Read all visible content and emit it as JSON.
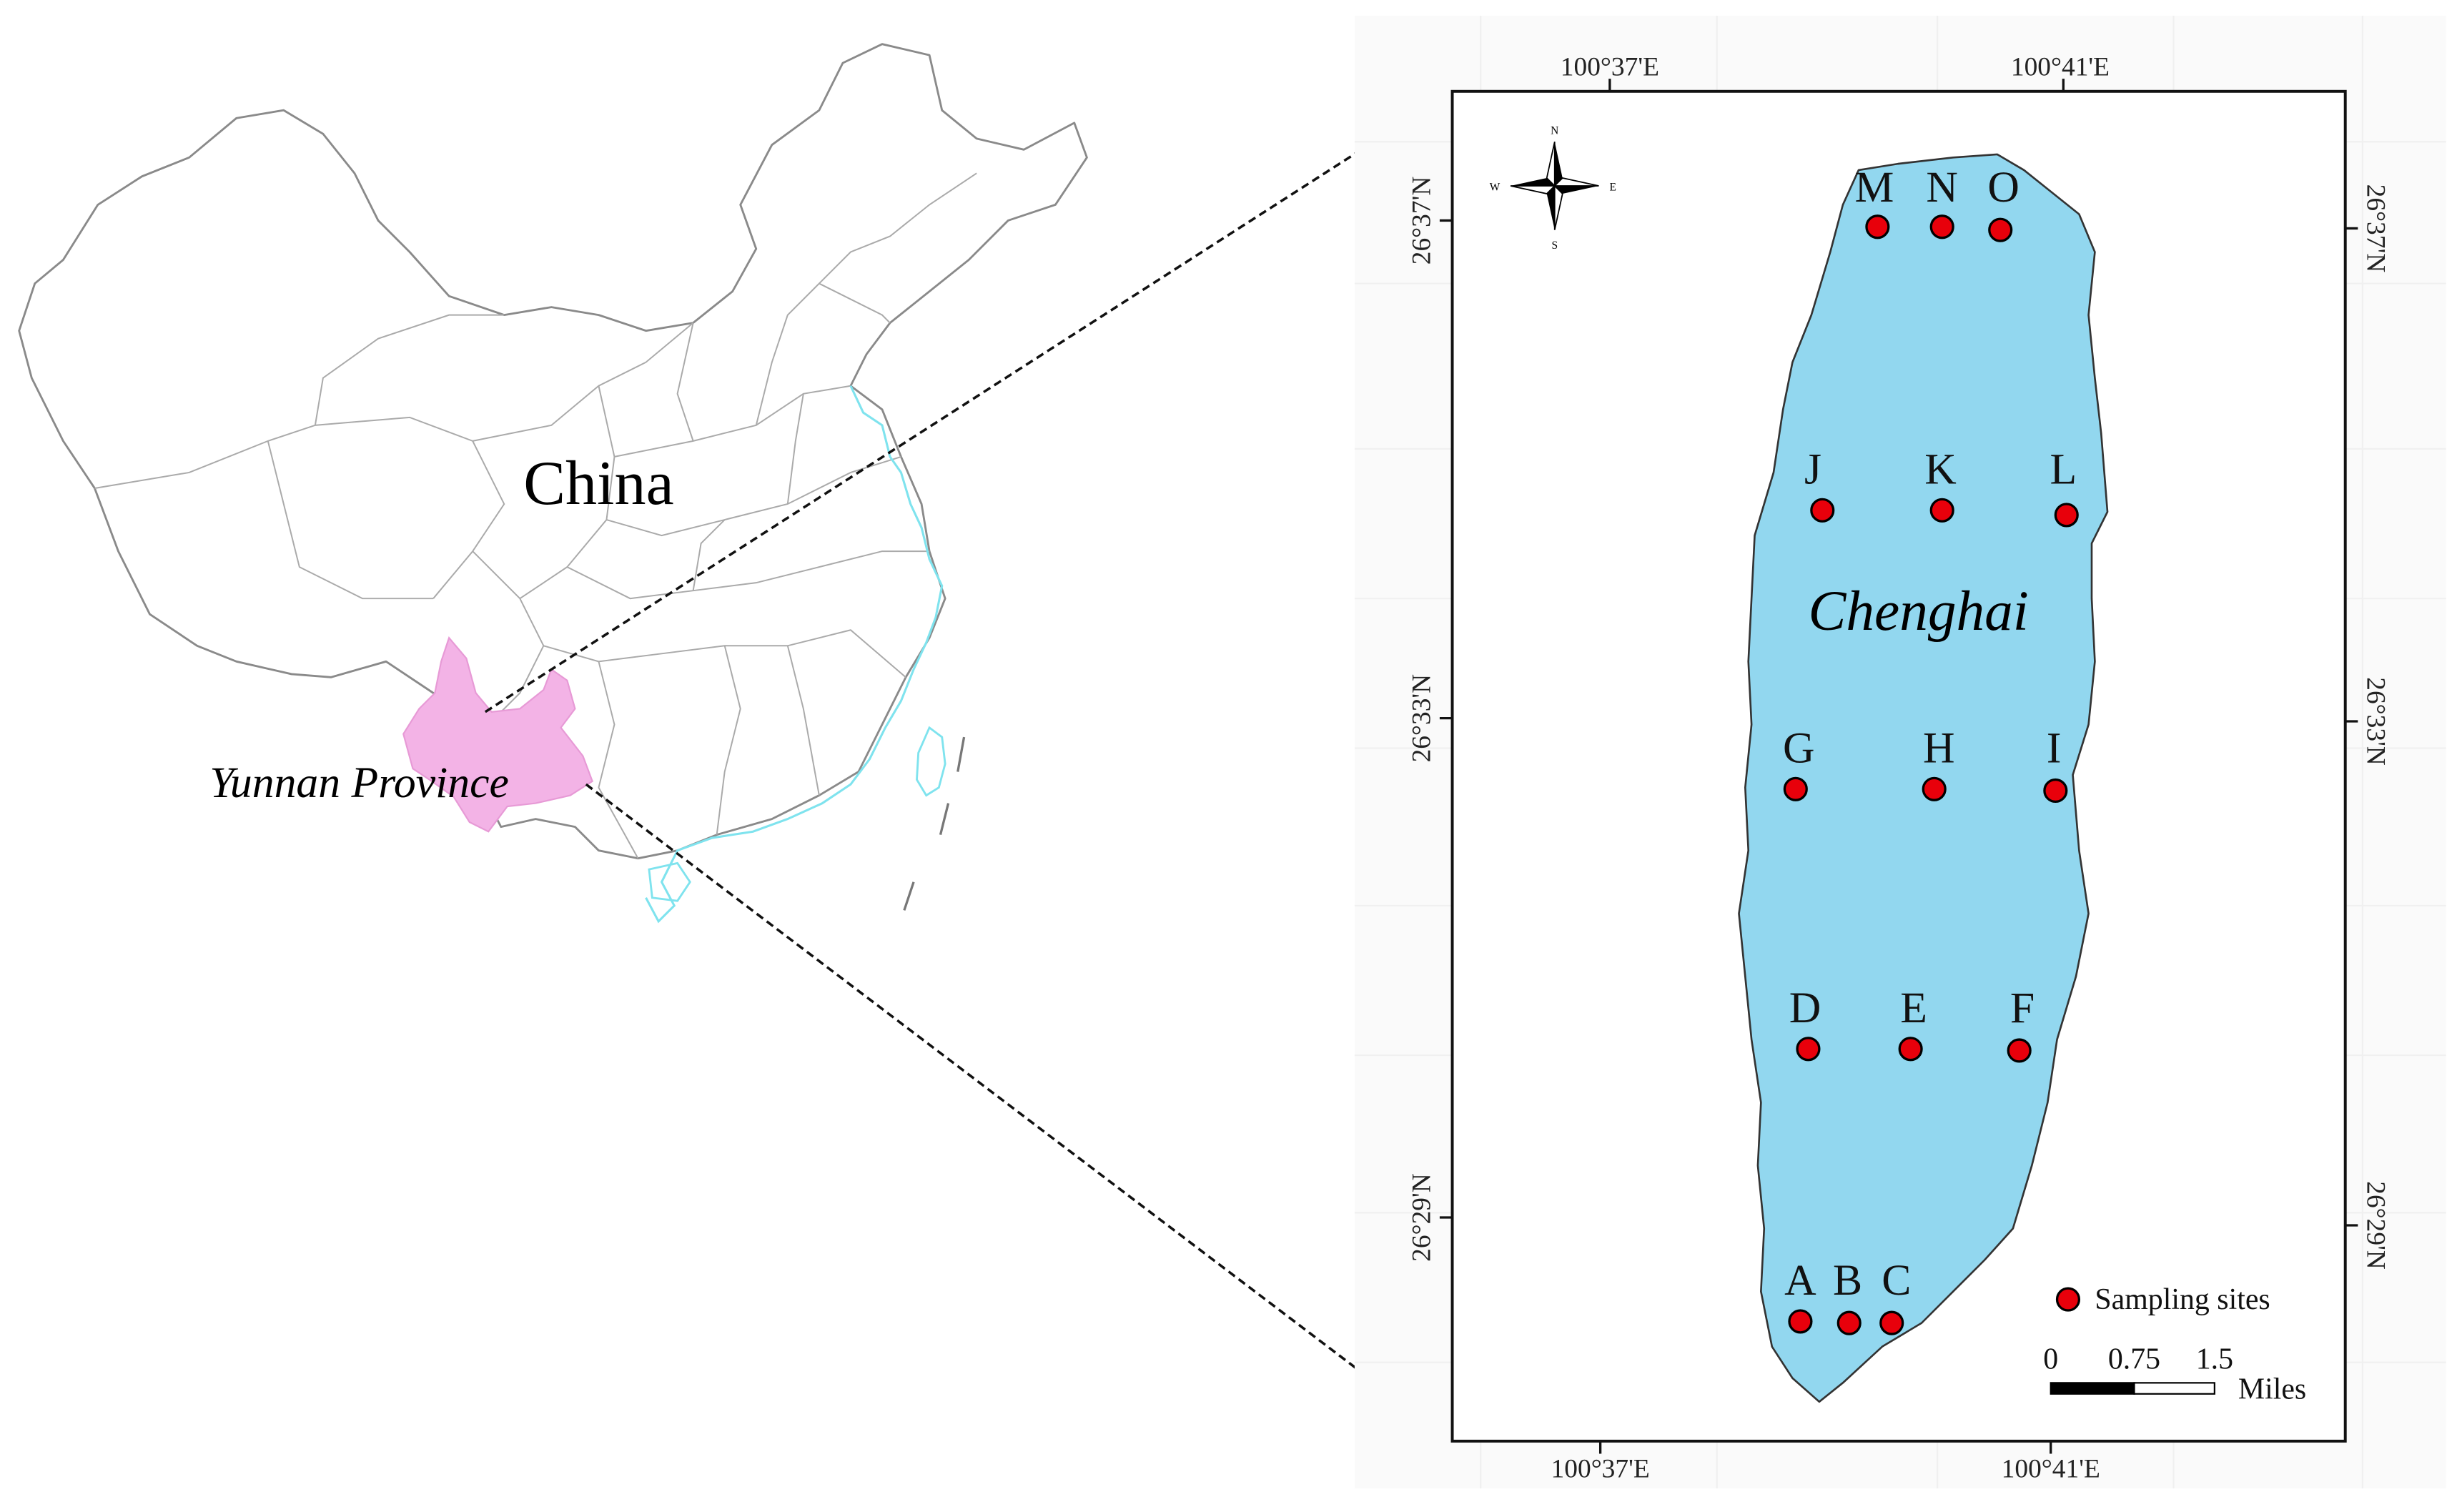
{
  "overview_map": {
    "country_label": "China",
    "province_label": "Yunnan Province",
    "colors": {
      "boundary": "#8a8a8a",
      "coast": "#7fe3ee",
      "province_fill": "#f3b3e6"
    }
  },
  "detail_map": {
    "lake_label": "Chenghai",
    "lake_color": "#92d7ef",
    "marker_color": "#e8000b",
    "compass": {
      "n": "N",
      "s": "S",
      "e": "E",
      "w": "W"
    },
    "top_ticks": [
      "100°37'E",
      "100°41'E"
    ],
    "bottom_ticks": [
      "100°37'E",
      "100°41'E"
    ],
    "left_ticks": [
      "26°37'N",
      "26°33'N",
      "26°29'N"
    ],
    "right_ticks": [
      "26°37'N",
      "26°33'N",
      "26°29'N"
    ],
    "sites": [
      "M",
      "N",
      "O",
      "J",
      "K",
      "L",
      "G",
      "H",
      "I",
      "D",
      "E",
      "F",
      "A",
      "B",
      "C"
    ],
    "legend": {
      "marker_label": "Sampling sites",
      "scale_ticks": [
        "0",
        "0.75",
        "1.5"
      ],
      "scale_unit": "Miles"
    }
  }
}
